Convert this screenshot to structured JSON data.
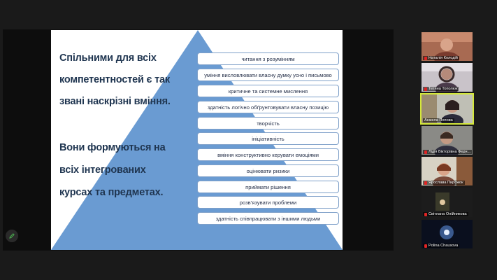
{
  "slide": {
    "heading_lines": [
      "Спільними для всіх",
      "компетентностей є так",
      "звані наскрізні вміння."
    ],
    "sub_lines": [
      "Вони формуються на",
      "всіх інтегрованих",
      "курсах та предметах."
    ],
    "skills": [
      "читання з розумінням",
      "уміння висловлювати власну думку усно і письмово",
      "критичне та системне мислення",
      "здатність логічно обґрунтовувати власну позицію",
      "творчість",
      "ініціативність",
      "вміння конструктивно керувати емоціями",
      "оцінювати ризики",
      "приймати рішення",
      "розв’язувати проблеми",
      "здатність співпрацювати з іншими людьми"
    ],
    "pyramid_color": "#6a9bd2"
  },
  "participants": [
    {
      "name": "Наталія Колодій",
      "active": false
    },
    {
      "name": "Тетяна Тополюк",
      "active": false
    },
    {
      "name": "Анжела Попова",
      "active": true
    },
    {
      "name": "Лідія Вікторівна Федч...",
      "active": false
    },
    {
      "name": "Ярослава Пирожок",
      "active": false
    },
    {
      "name": "Світлана Олійникова",
      "active": false
    },
    {
      "name": "Polina Chausova",
      "active": false
    }
  ],
  "icons": {
    "annotate": "pencil-icon",
    "muted": "mic-muted-icon"
  },
  "colors": {
    "active_speaker": "#d4e83a"
  }
}
